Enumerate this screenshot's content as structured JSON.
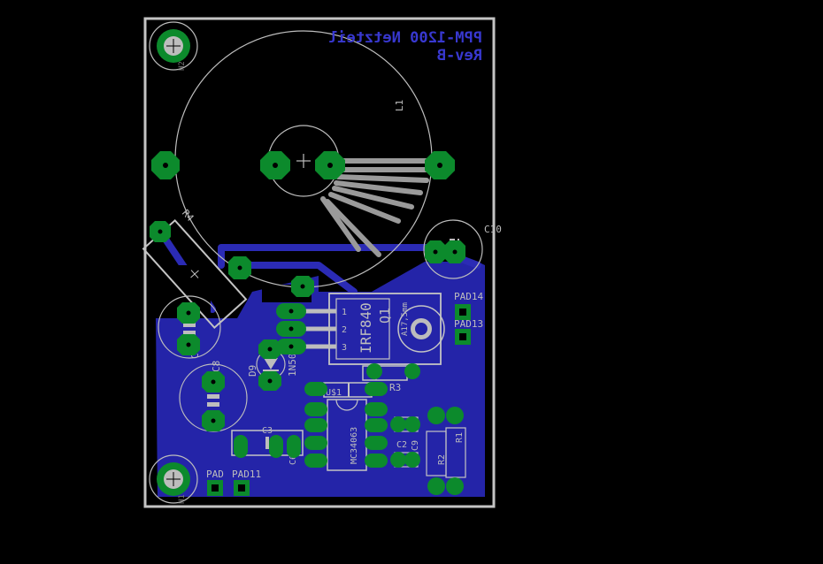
{
  "board": {
    "title": "PPM-1200 Netzteil",
    "revision": "Rev-B"
  },
  "labels": {
    "L1": "L1",
    "R4": "R4",
    "C10": "C10",
    "PAD14": "PAD14",
    "PAD13": "PAD13",
    "Q1": "Q1",
    "IRF840": "IRF840",
    "heatsink": "A17,5mm",
    "pin1": "1",
    "pin2": "2",
    "pin3": "3",
    "C7": "C7",
    "C8": "C8",
    "D9": "D9",
    "D9_part": "1N5062",
    "R3": "R3",
    "U1": "U$1",
    "IC": "MC34063",
    "C3": "C3",
    "C6": "C6",
    "C9": "C9",
    "C2": "C2",
    "R2": "R2",
    "R1": "R1",
    "PAD": "PAD",
    "PAD11": "PAD11",
    "hole_top": "H2",
    "hole_bot": "H1"
  },
  "colors": {
    "background": "#000000",
    "outline": "#c4c4c4",
    "copper": "#2424a8",
    "trace": "#2b2bb5",
    "pad": "#0c8a2c",
    "silk": "#bdbdbd",
    "text_blue": "#3838d0"
  }
}
